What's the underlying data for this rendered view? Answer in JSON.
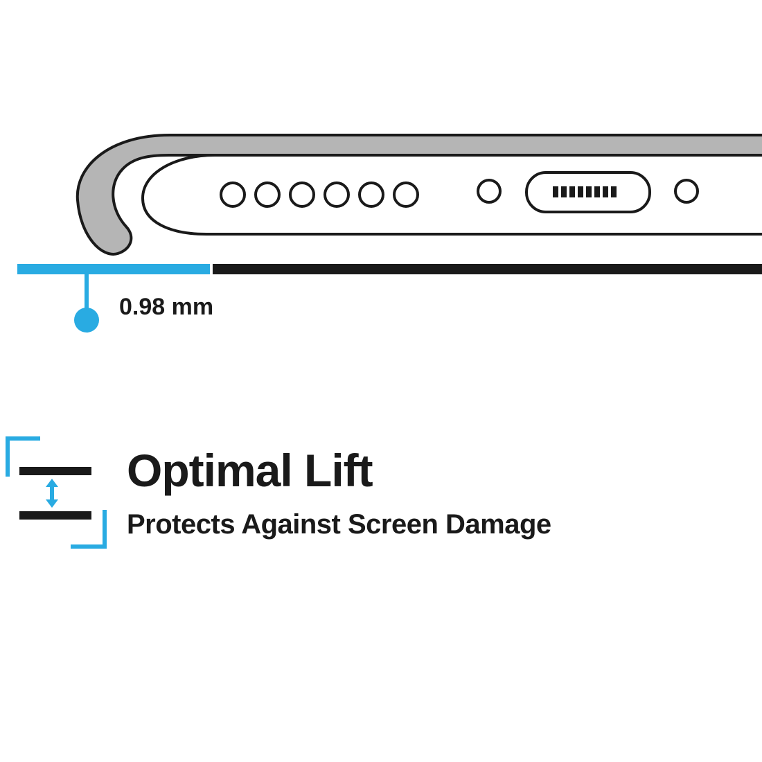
{
  "colors": {
    "accent": "#29ABE2",
    "ink": "#1a1a1a",
    "caseGray": "#b5b5b5",
    "background": "#ffffff"
  },
  "illustration": {
    "description": "bottom edge of a phone inside a protective case",
    "speaker_hole_count": 6
  },
  "measurement": {
    "value": "0.98 mm"
  },
  "feature": {
    "title": "Optimal Lift",
    "subtitle": "Protects Against Screen Damage"
  }
}
